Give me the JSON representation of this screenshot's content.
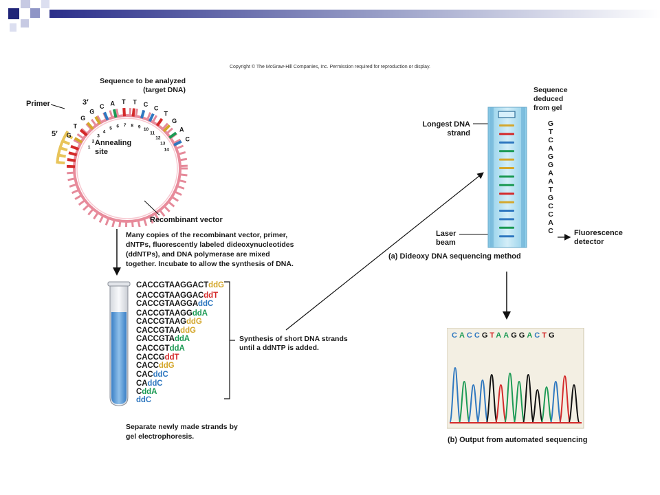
{
  "copyright": "Copyright © The McGraw-Hill Companies, Inc. Permission required for reproduction or display.",
  "vector": {
    "sequence_label": "Sequence to be analyzed\n(target DNA)",
    "primer_label": "Primer",
    "three_prime": "3′",
    "five_prime": "5′",
    "annealing_label": "Annealing\nsite",
    "recombinant_label": "Recombinant vector",
    "target_letters": [
      "G",
      "T",
      "G",
      "G",
      "C",
      "A",
      "T",
      "T",
      "C",
      "C",
      "T",
      "G",
      "A",
      "C"
    ],
    "position_numbers": [
      "1",
      "2",
      "3",
      "4",
      "5",
      "6",
      "7",
      "8",
      "9",
      "10",
      "11",
      "12",
      "13",
      "14"
    ]
  },
  "steps": {
    "mix_text": "Many copies of the recombinant vector, primer,\ndNTPs, fluorescently labeled dideoxynucleotides\n(ddNTPs), and DNA polymerase are mixed\ntogether. Incubate to allow the synthesis of DNA.",
    "synthesis_text": "Synthesis of short DNA strands\nuntil a ddNTP is added.",
    "separate_text": "Separate newly made strands by\ngel electrophoresis."
  },
  "strands": [
    {
      "base": "CACCGTAAGGACT",
      "dd": "ddG",
      "color": "G"
    },
    {
      "base": "CACCGTAAGGAC",
      "dd": "ddT",
      "color": "T"
    },
    {
      "base": "CACCGTAAGGA",
      "dd": "ddC",
      "color": "C"
    },
    {
      "base": "CACCGTAAGG",
      "dd": "ddA",
      "color": "A"
    },
    {
      "base": "CACCGTAAG",
      "dd": "ddG",
      "color": "G"
    },
    {
      "base": "CACCGTAA",
      "dd": "ddG",
      "color": "G"
    },
    {
      "base": "CACCGTA",
      "dd": "ddA",
      "color": "A"
    },
    {
      "base": "CACCGT",
      "dd": "ddA",
      "color": "A"
    },
    {
      "base": "CACCG",
      "dd": "ddT",
      "color": "T"
    },
    {
      "base": "CACC",
      "dd": "ddG",
      "color": "G"
    },
    {
      "base": "CAC",
      "dd": "ddC",
      "color": "C"
    },
    {
      "base": "CA",
      "dd": "ddC",
      "color": "C"
    },
    {
      "base": "C",
      "dd": "ddA",
      "color": "A"
    },
    {
      "base": "",
      "dd": "ddC",
      "color": "C"
    }
  ],
  "gel": {
    "longest_label": "Longest DNA\nstrand",
    "sequence_deduced_label": "Sequence\ndeduced\nfrom gel",
    "laser_label": "Laser\nbeam",
    "detector_label": "Fluorescence\ndetector",
    "caption": "(a) Dideoxy DNA sequencing method",
    "deduced_letters": [
      "G",
      "T",
      "C",
      "A",
      "G",
      "G",
      "A",
      "A",
      "T",
      "G",
      "C",
      "C",
      "A",
      "C"
    ],
    "band_colors": [
      "G",
      "T",
      "C",
      "A",
      "G",
      "G",
      "A",
      "A",
      "T",
      "G",
      "C",
      "C",
      "A",
      "C"
    ]
  },
  "trace": {
    "header_letters": [
      "C",
      "A",
      "C",
      "C",
      "G",
      "T",
      "A",
      "A",
      "G",
      "G",
      "A",
      "C",
      "T",
      "G"
    ],
    "caption": "(b) Output from automated sequencing"
  },
  "colors": {
    "G": "#d4a72c",
    "T": "#d42a2a",
    "C": "#2f78c0",
    "A": "#1b9a54",
    "trace_G": "#111111"
  }
}
